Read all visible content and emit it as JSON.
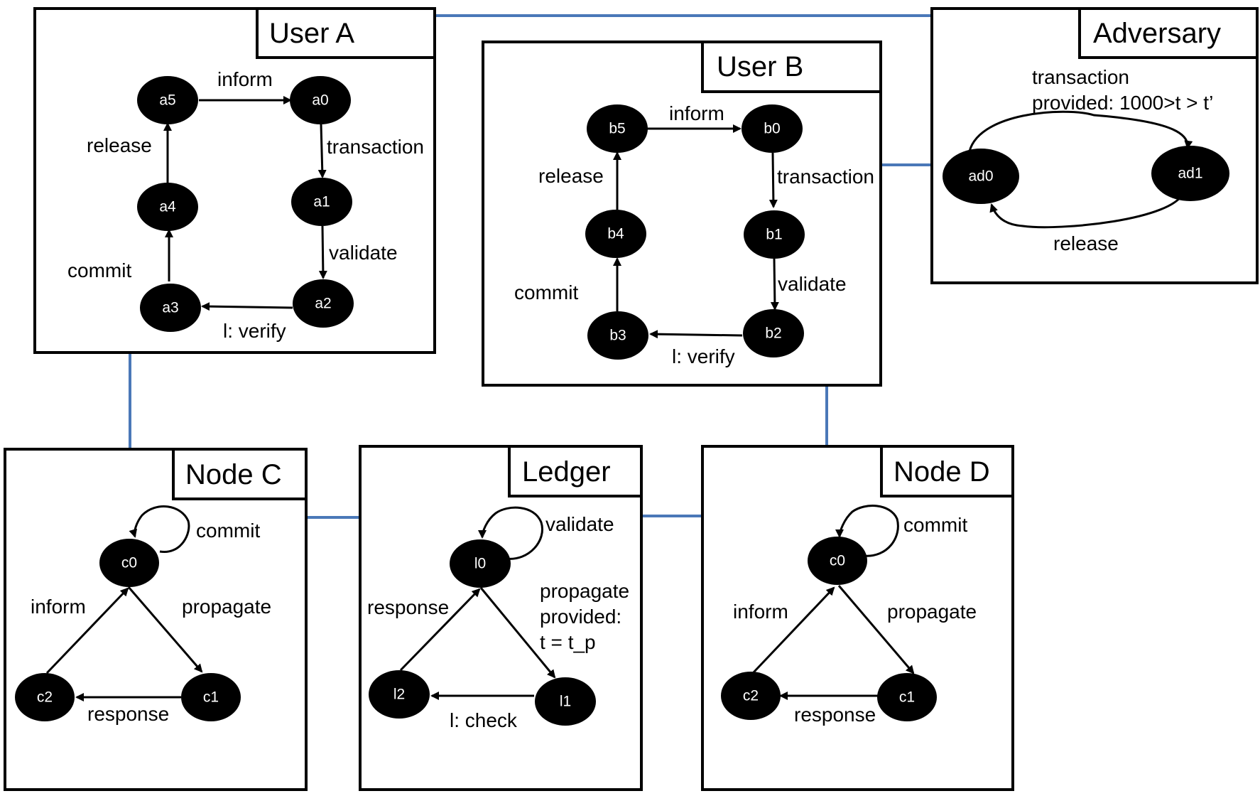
{
  "colors": {
    "connector": "#4a78b8",
    "node_fill": "#000000",
    "node_text": "#ffffff",
    "box_stroke": "#000000"
  },
  "boxes": {
    "user_a": {
      "title": "User A",
      "nodes": [
        "a5",
        "a0",
        "a4",
        "a1",
        "a3",
        "a2"
      ],
      "edges": [
        "inform",
        "transaction",
        "validate",
        "l: verify",
        "commit",
        "release"
      ]
    },
    "user_b": {
      "title": "User B",
      "nodes": [
        "b5",
        "b0",
        "b4",
        "b1",
        "b3",
        "b2"
      ],
      "edges": [
        "inform",
        "transaction",
        "validate",
        "l: verify",
        "commit",
        "release"
      ]
    },
    "adversary": {
      "title": "Adversary",
      "nodes": [
        "ad0",
        "ad1"
      ],
      "edges": [
        "transaction",
        "provided: 1000>t > t’",
        "release"
      ]
    },
    "node_c": {
      "title": "Node C",
      "nodes": [
        "c0",
        "c2",
        "c1"
      ],
      "edges": [
        "commit",
        "inform",
        "propagate",
        "response"
      ]
    },
    "ledger": {
      "title": "Ledger",
      "nodes": [
        "l0",
        "l2",
        "l1"
      ],
      "edges": [
        "validate",
        "response",
        "propagate",
        "provided:",
        "t = t_p",
        "l: check"
      ]
    },
    "node_d": {
      "title": "Node D",
      "nodes": [
        "c0",
        "c2",
        "c1"
      ],
      "edges": [
        "commit",
        "inform",
        "propagate",
        "response"
      ]
    }
  }
}
